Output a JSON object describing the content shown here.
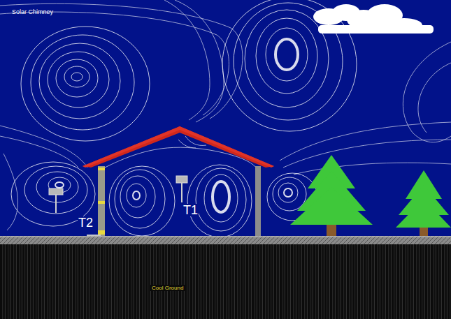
{
  "diagram": {
    "title": "Solar Chimney",
    "nodes": [
      {
        "text": [
          "Cool Ground"
        ]
      }
    ],
    "labels": [
      "T2",
      "T1"
    ]
  }
}
